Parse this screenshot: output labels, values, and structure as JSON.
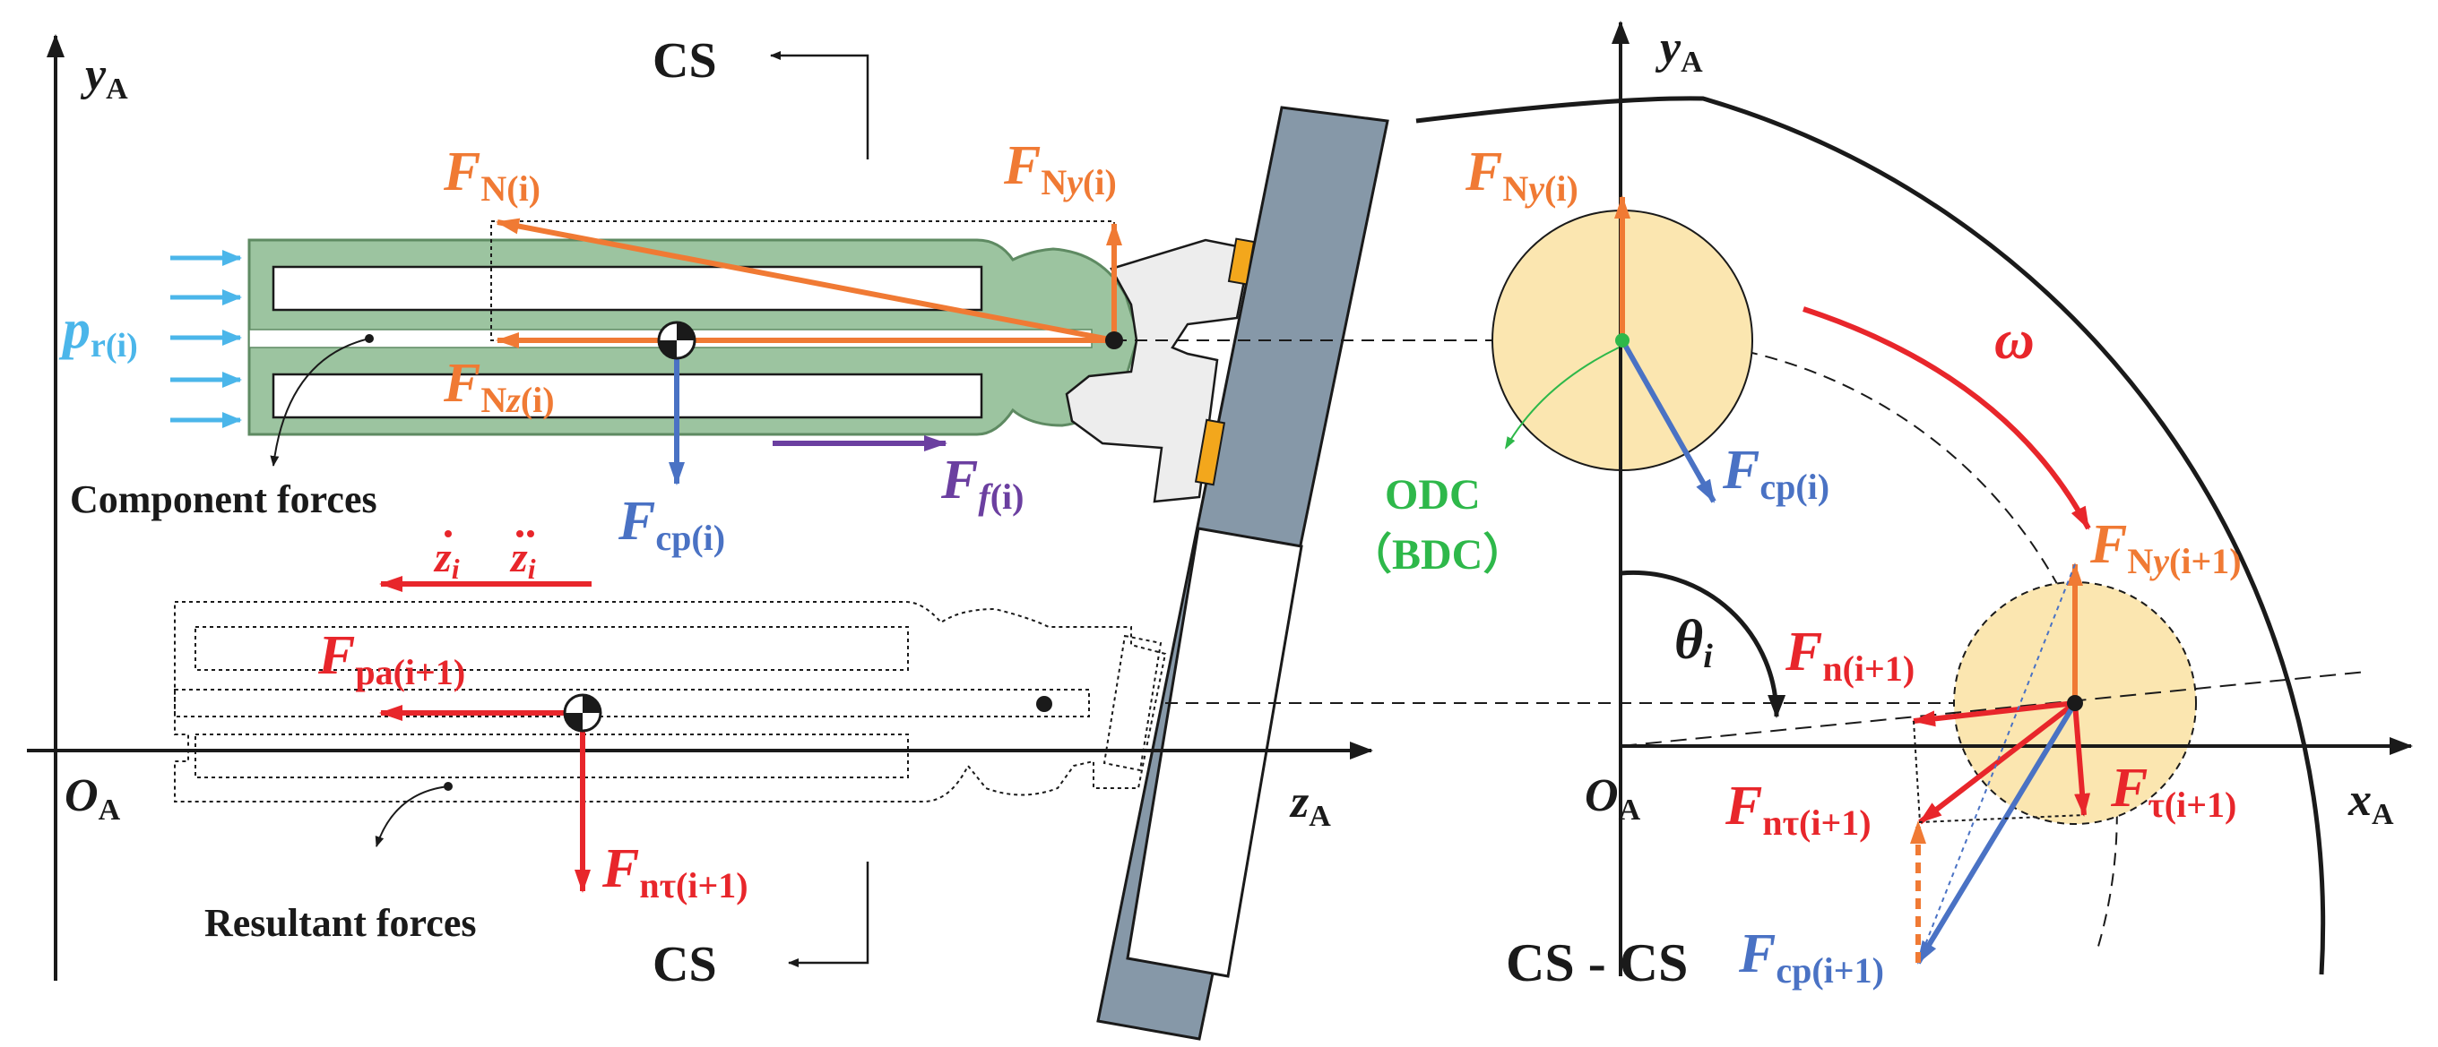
{
  "colors": {
    "orange": "#F07A34",
    "red": "#E8262B",
    "blue": "#4A72C4",
    "sky": "#4BB6EA",
    "purple": "#6B3FA0",
    "green": "#2EB84A",
    "black": "#1a1a1a",
    "piston_fill": "#9CC4A0",
    "piston_stroke": "#5E8A62",
    "swash_fill": "#8698A8",
    "disc_fill": "#FBE6B0",
    "shoe_fill": "#EDEDED",
    "pad_fill": "#F3A71C"
  },
  "section_labels": {
    "top": "CS",
    "bottom": "CS",
    "cs_cs": "CS - CS"
  },
  "left_axes": {
    "y_main": "y",
    "y_sub": "A",
    "z_main": "z",
    "z_sub": "A",
    "o_main": "O",
    "o_sub": "A"
  },
  "right_axes": {
    "y_main": "y",
    "y_sub": "A",
    "x_main": "x",
    "x_sub": "A",
    "o_main": "O",
    "o_sub": "A"
  },
  "annotations": {
    "component_forces": "Component forces",
    "resultant_forces": "Resultant forces",
    "odc": "ODC",
    "bdc": "（BDC）"
  },
  "labels": {
    "pr": {
      "main": "p",
      "sub": "r(i)"
    },
    "fn": {
      "main": "F",
      "sub": "N(i)"
    },
    "fny": {
      "main": "F",
      "sub_a": "N",
      "sub_b": "y",
      "sub_c": "(i)"
    },
    "fnz": {
      "main": "F",
      "sub_a": "N",
      "sub_b": "z",
      "sub_c": "(i)"
    },
    "fcp": {
      "main": "F",
      "sub": "cp(i)"
    },
    "ff": {
      "main": "F",
      "sub_a": "f",
      "sub_b": "(i)"
    },
    "zdot": "z",
    "zdot_sub": "i",
    "zddot": "z",
    "zddot_sub": "i",
    "fpa": {
      "main": "F",
      "sub": "pa(i+1)"
    },
    "fnt_left": {
      "main": "F",
      "sub": "nτ(i+1)"
    },
    "r_fny": {
      "main": "F",
      "sub_a": "N",
      "sub_b": "y",
      "sub_c": "(i)"
    },
    "r_fcp": {
      "main": "F",
      "sub": "cp(i)"
    },
    "omega": "ω",
    "r_fny1": {
      "main": "F",
      "sub_a": "N",
      "sub_b": "y",
      "sub_c": "(i+1)"
    },
    "theta": "θ",
    "theta_sub": "i",
    "r_fn1": {
      "main": "F",
      "sub": "n(i+1)"
    },
    "r_ft1": {
      "main": "F",
      "sub": "τ(i+1)"
    },
    "r_fnt1": {
      "main": "F",
      "sub": "nτ(i+1)"
    },
    "r_fcp1": {
      "main": "F",
      "sub": "cp(i+1)"
    }
  }
}
